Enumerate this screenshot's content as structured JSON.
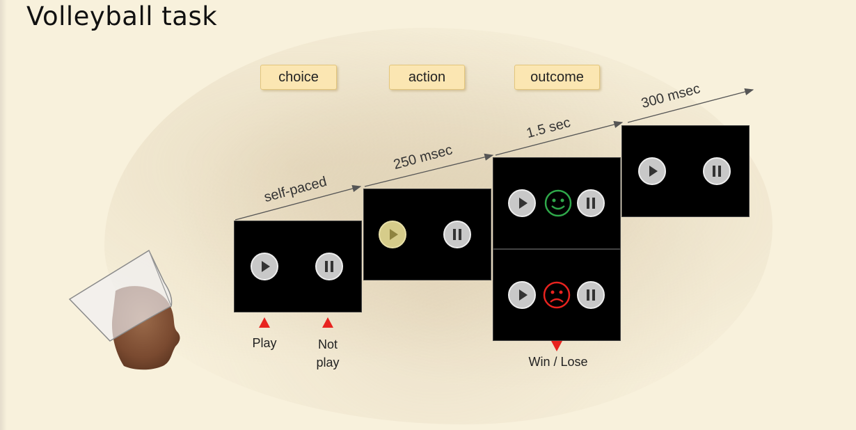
{
  "title": "Volleyball task",
  "phases": [
    "choice",
    "action",
    "outcome"
  ],
  "timings": [
    "self-paced",
    "250 msec",
    "1.5 sec",
    "300 msec"
  ],
  "responses": {
    "play": "Play",
    "not_play": "Not play",
    "outcome": "Win / Lose"
  },
  "colors": {
    "marker": "#e8231f",
    "win_face": "#2fa84a",
    "lose_face": "#e8231f",
    "selected_play": "#d6cc8a"
  },
  "icons": [
    "play-icon",
    "pause-icon",
    "smiley-face-icon",
    "sad-face-icon",
    "head-with-cap-icon",
    "brain-background"
  ]
}
